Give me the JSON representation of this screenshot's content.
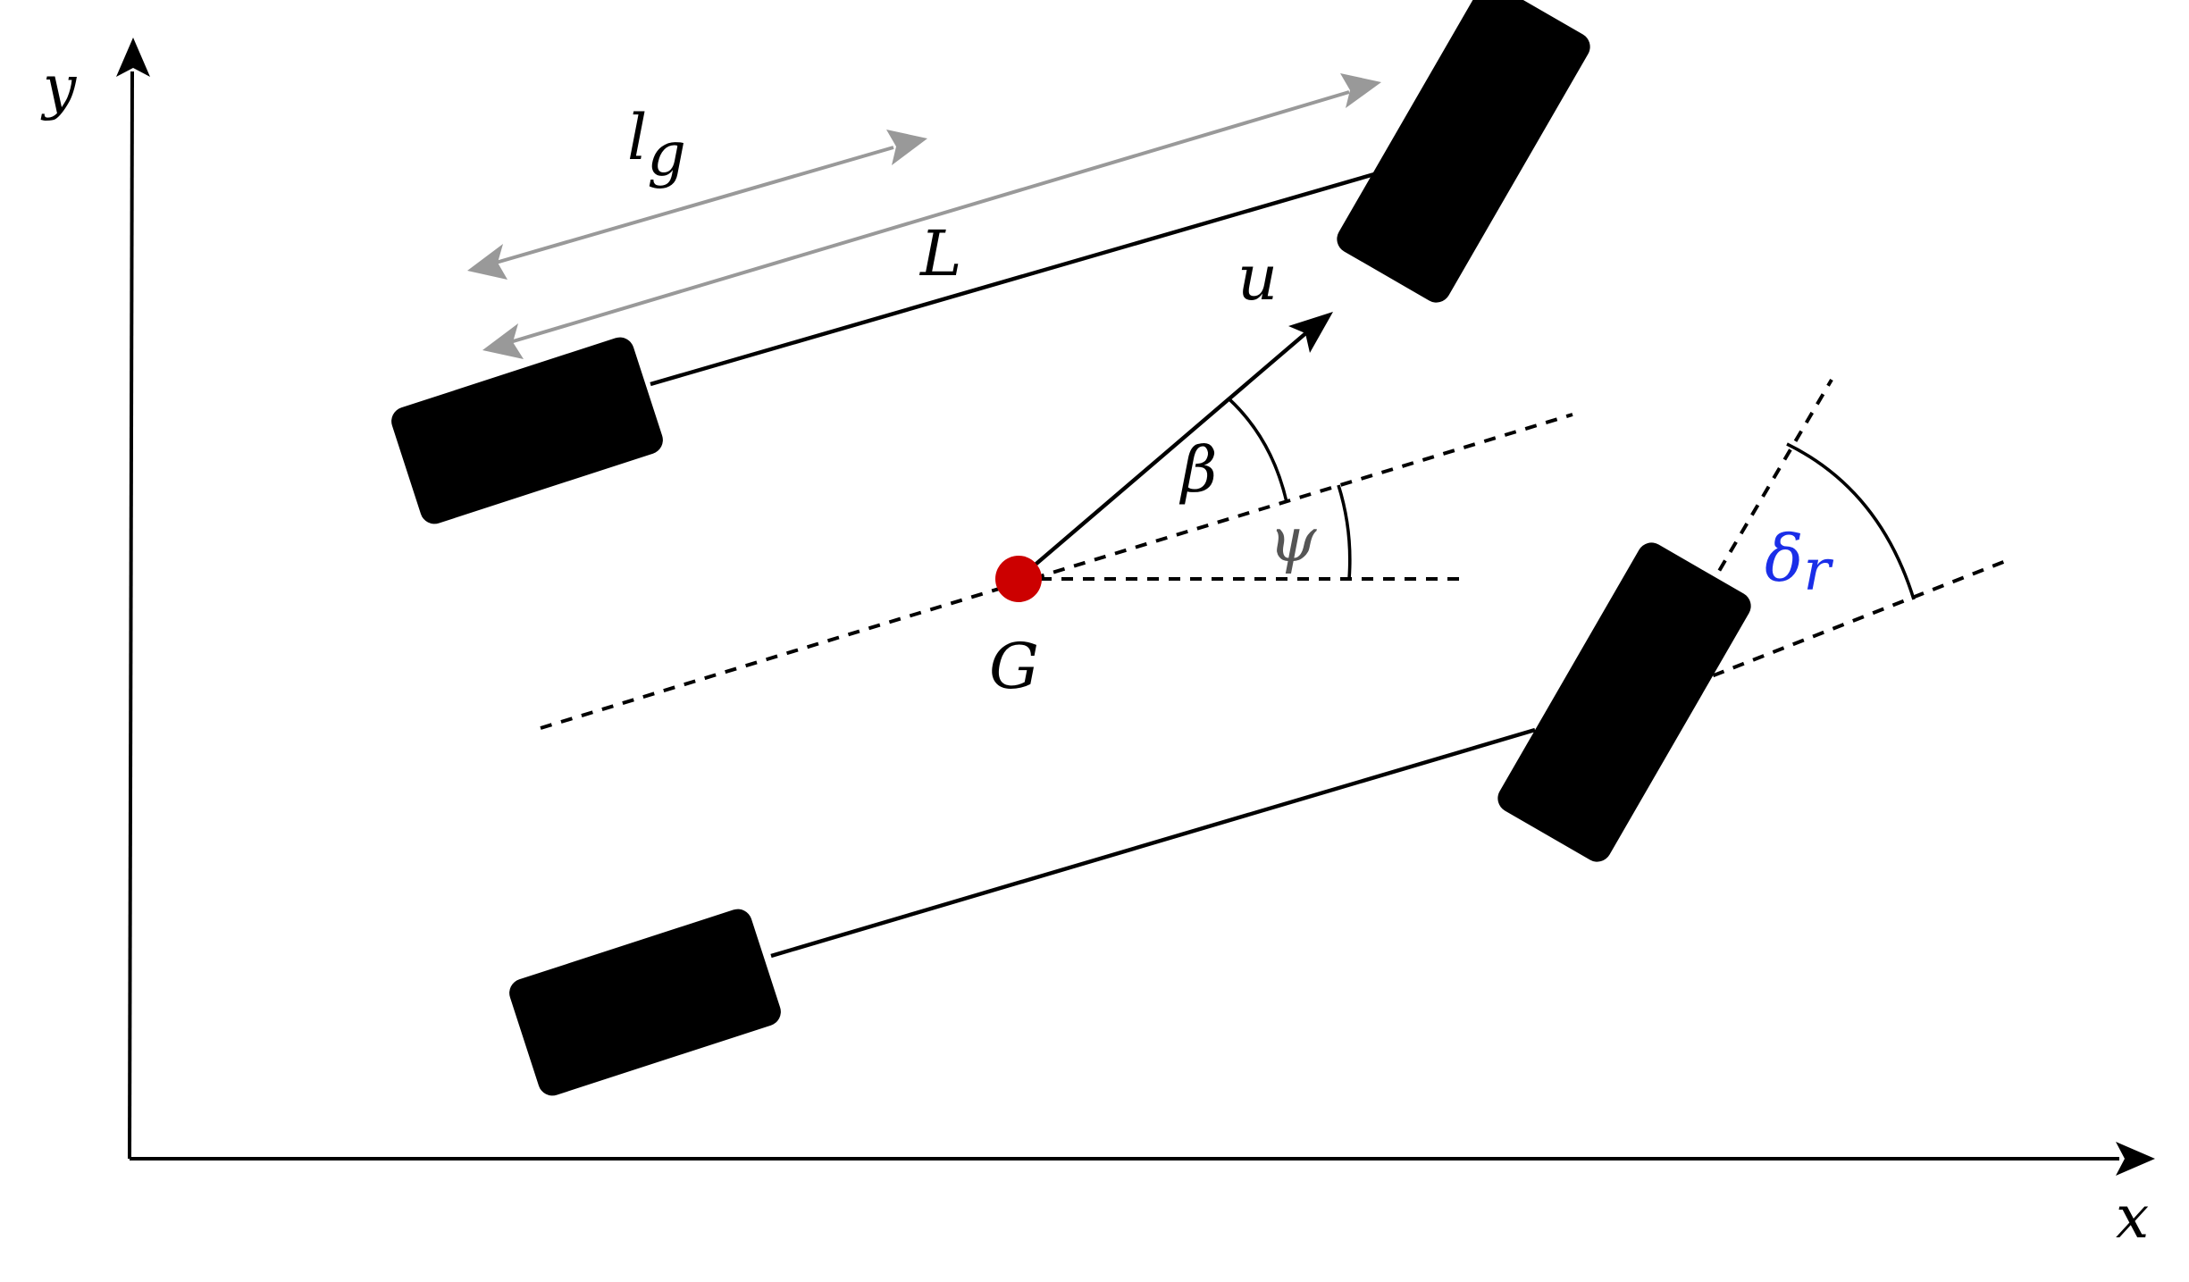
{
  "labels": {
    "x_axis": "x",
    "y_axis": "y",
    "lg": "l",
    "lg_sub": "g",
    "L": "L",
    "u": "u",
    "beta": "β",
    "psi": "ψ",
    "delta": "δ",
    "delta_sub": "r",
    "G": "G"
  },
  "colors": {
    "axes": "#000000",
    "wheels": "#000000",
    "dimension_arrows": "#999999",
    "center_of_gravity": "#cc0000",
    "steering_angle_label": "#1a2ee8"
  }
}
